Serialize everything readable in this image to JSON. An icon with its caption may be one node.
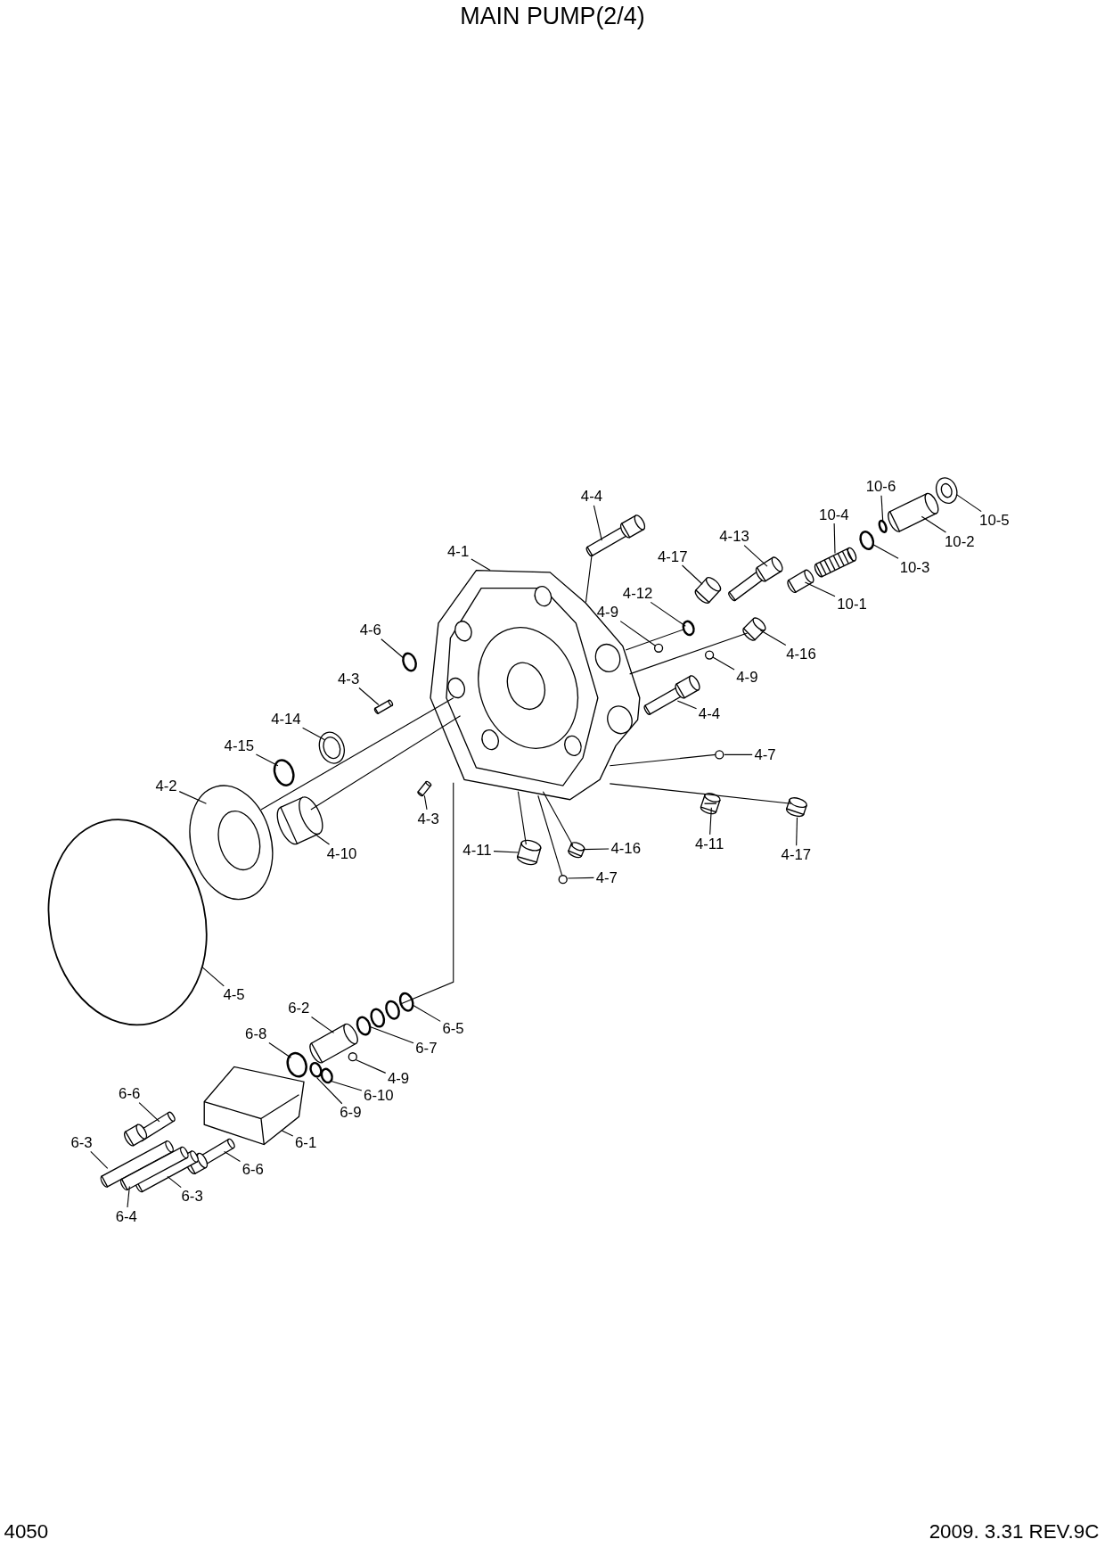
{
  "diagram": {
    "title": "MAIN PUMP(2/4)",
    "nodes": [
      {
        "text": [
          "4-4"
        ]
      },
      {
        "text": [
          "4-1"
        ]
      },
      {
        "text": [
          "4-17"
        ]
      },
      {
        "text": [
          "4-13"
        ]
      },
      {
        "text": [
          "10-6"
        ]
      },
      {
        "text": [
          "10-4"
        ]
      },
      {
        "text": [
          "10-5"
        ]
      },
      {
        "text": [
          "10-2"
        ]
      },
      {
        "text": [
          "10-3"
        ]
      },
      {
        "text": [
          "10-1"
        ]
      },
      {
        "text": [
          "4-12"
        ]
      },
      {
        "text": [
          "4-9"
        ]
      },
      {
        "text": [
          "4-6"
        ]
      },
      {
        "text": [
          "4-16"
        ]
      },
      {
        "text": [
          "4-9"
        ]
      },
      {
        "text": [
          "4-3"
        ]
      },
      {
        "text": [
          "4-4"
        ]
      },
      {
        "text": [
          "4-14"
        ]
      },
      {
        "text": [
          "4-15"
        ]
      },
      {
        "text": [
          "4-7"
        ]
      },
      {
        "text": [
          "4-2"
        ]
      },
      {
        "text": [
          "4-3"
        ]
      },
      {
        "text": [
          "4-10"
        ]
      },
      {
        "text": [
          "4-11"
        ]
      },
      {
        "text": [
          "4-16"
        ]
      },
      {
        "text": [
          "4-11"
        ]
      },
      {
        "text": [
          "4-17"
        ]
      },
      {
        "text": [
          "4-7"
        ]
      },
      {
        "text": [
          "4-5"
        ]
      },
      {
        "text": [
          "6-2"
        ]
      },
      {
        "text": [
          "6-5"
        ]
      },
      {
        "text": [
          "6-7"
        ]
      },
      {
        "text": [
          "6-8"
        ]
      },
      {
        "text": [
          "4-9"
        ]
      },
      {
        "text": [
          "6-10"
        ]
      },
      {
        "text": [
          "6-9"
        ]
      },
      {
        "text": [
          "6-6"
        ]
      },
      {
        "text": [
          "6-1"
        ]
      },
      {
        "text": [
          "6-3"
        ]
      },
      {
        "text": [
          "6-6"
        ]
      },
      {
        "text": [
          "6-3"
        ]
      },
      {
        "text": [
          "6-4"
        ]
      },
      {
        "text": [],
        "shape": "picture"
      },
      {
        "text": [],
        "shape": "picture"
      },
      {
        "text": [],
        "shape": "picture"
      },
      {
        "text": [],
        "shape": "picture"
      },
      {
        "text": [],
        "shape": "circle"
      },
      {
        "text": [],
        "shape": "picture"
      },
      {
        "text": [],
        "shape": "picture"
      },
      {
        "text": [],
        "shape": "picture"
      },
      {
        "text": [],
        "shape": "circle"
      },
      {
        "text": [],
        "shape": "picture"
      },
      {
        "text": [],
        "shape": "circle"
      },
      {
        "text": [],
        "shape": "circle"
      },
      {
        "text": [],
        "shape": "circle"
      },
      {
        "text": [],
        "shape": "picture"
      },
      {
        "text": [],
        "shape": "circle"
      },
      {
        "text": [],
        "shape": "picture"
      },
      {
        "text": [],
        "shape": "picture"
      },
      {
        "text": [],
        "shape": "picture"
      },
      {
        "text": [],
        "shape": "circle"
      },
      {
        "text": [],
        "shape": "circle"
      },
      {
        "text": [],
        "shape": "picture"
      },
      {
        "text": [],
        "shape": "picture"
      },
      {
        "text": [],
        "shape": "picture"
      },
      {
        "text": [],
        "shape": "picture"
      },
      {
        "text": [],
        "shape": "picture"
      },
      {
        "text": [],
        "shape": "picture"
      },
      {
        "text": [],
        "shape": "picture"
      },
      {
        "text": [],
        "shape": "circle"
      },
      {
        "text": [],
        "shape": "circle"
      },
      {
        "text": [],
        "shape": "picture"
      },
      {
        "text": [],
        "shape": "circle"
      },
      {
        "text": [],
        "shape": "picture"
      },
      {
        "text": [],
        "shape": "circle"
      },
      {
        "text": [],
        "shape": "circle"
      },
      {
        "text": [],
        "shape": "circle"
      },
      {
        "text": [],
        "shape": "circle"
      },
      {
        "text": [],
        "shape": "picture"
      },
      {
        "text": [],
        "shape": "picture"
      },
      {
        "text": [],
        "shape": "picture"
      },
      {
        "text": [],
        "shape": "picture"
      },
      {
        "text": [],
        "shape": "picture"
      },
      {
        "text": [],
        "shape": "picture"
      }
    ],
    "edges": [
      {
        "from": 0,
        "to": 42,
        "arrow": "none"
      },
      {
        "from": 1,
        "to": 43,
        "arrow": "none"
      },
      {
        "from": 2,
        "to": 44,
        "arrow": "none"
      },
      {
        "from": 3,
        "to": 45,
        "arrow": "none"
      },
      {
        "from": 4,
        "to": 46,
        "arrow": "none"
      },
      {
        "from": 5,
        "to": 47,
        "arrow": "none"
      },
      {
        "from": 6,
        "to": 48,
        "arrow": "none"
      },
      {
        "from": 7,
        "to": 49,
        "arrow": "none"
      },
      {
        "from": 8,
        "to": 50,
        "arrow": "none"
      },
      {
        "from": 9,
        "to": 51,
        "arrow": "none"
      },
      {
        "from": 10,
        "to": 52,
        "arrow": "none"
      },
      {
        "from": 11,
        "to": 53,
        "arrow": "none"
      },
      {
        "from": 12,
        "to": 54,
        "arrow": "none"
      },
      {
        "from": 13,
        "to": 55,
        "arrow": "none"
      },
      {
        "from": 14,
        "to": 56,
        "arrow": "none"
      },
      {
        "from": 15,
        "to": 57,
        "arrow": "none"
      },
      {
        "from": 16,
        "to": 58,
        "arrow": "none"
      },
      {
        "from": 17,
        "to": 59,
        "arrow": "none"
      },
      {
        "from": 18,
        "to": 60,
        "arrow": "none"
      },
      {
        "from": 19,
        "to": 61,
        "arrow": "none"
      },
      {
        "from": 20,
        "to": 62,
        "arrow": "none"
      },
      {
        "from": 21,
        "to": 63,
        "arrow": "none"
      },
      {
        "from": 22,
        "to": 64,
        "arrow": "none"
      },
      {
        "from": 23,
        "to": 65,
        "arrow": "none"
      },
      {
        "from": 24,
        "to": 66,
        "arrow": "none"
      },
      {
        "from": 25,
        "to": 67,
        "arrow": "none"
      },
      {
        "from": 26,
        "to": 68,
        "arrow": "none"
      },
      {
        "from": 27,
        "to": 69,
        "arrow": "none"
      },
      {
        "from": 28,
        "to": 70,
        "arrow": "none"
      },
      {
        "from": 29,
        "to": 71,
        "arrow": "none"
      },
      {
        "from": 30,
        "to": 72,
        "arrow": "none"
      },
      {
        "from": 31,
        "to": 73,
        "arrow": "none"
      },
      {
        "from": 32,
        "to": 74,
        "arrow": "none"
      },
      {
        "from": 33,
        "to": 75,
        "arrow": "none"
      },
      {
        "from": 34,
        "to": 76,
        "arrow": "none"
      },
      {
        "from": 35,
        "to": 77,
        "arrow": "none"
      },
      {
        "from": 36,
        "to": 78,
        "arrow": "none"
      },
      {
        "from": 37,
        "to": 79,
        "arrow": "none"
      },
      {
        "from": 38,
        "to": 80,
        "arrow": "none"
      },
      {
        "from": 39,
        "to": 81,
        "arrow": "none"
      },
      {
        "from": 40,
        "to": 82,
        "arrow": "none"
      },
      {
        "from": 41,
        "to": 83,
        "arrow": "none"
      },
      {
        "from": 62,
        "to": 43,
        "arrow": "none"
      },
      {
        "from": 64,
        "to": 43,
        "arrow": "none"
      },
      {
        "from": 43,
        "to": 72,
        "arrow": "none"
      },
      {
        "from": 42,
        "to": 43,
        "arrow": "none"
      },
      {
        "from": 43,
        "to": 68,
        "arrow": "none"
      },
      {
        "from": 43,
        "to": 61,
        "arrow": "none"
      },
      {
        "from": 43,
        "to": 65,
        "arrow": "none"
      },
      {
        "from": 43,
        "to": 66,
        "arrow": "none"
      },
      {
        "from": 43,
        "to": 69,
        "arrow": "none"
      },
      {
        "from": 43,
        "to": 52,
        "arrow": "none"
      },
      {
        "from": 43,
        "to": 55,
        "arrow": "none"
      }
    ],
    "labels": [
      "4050",
      "2009. 3.31 REV.9C"
    ]
  }
}
